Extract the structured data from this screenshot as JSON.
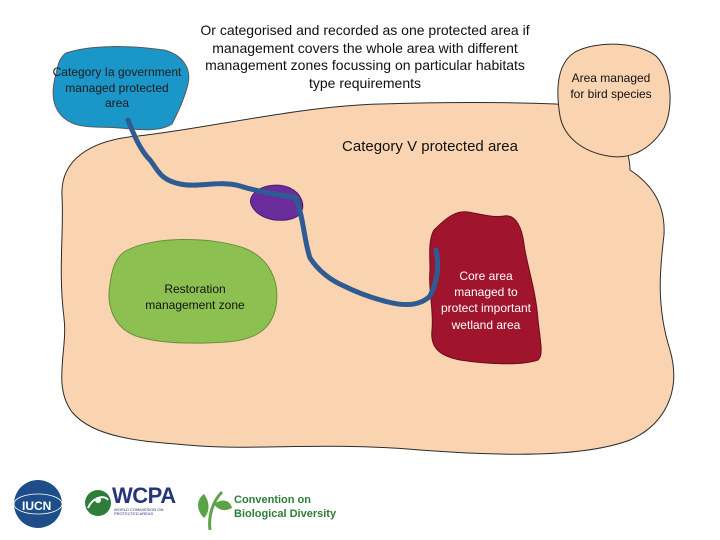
{
  "top_caption": "Or categorised and recorded as one protected area if management covers the whole area with different management zones focussing on particular habitats type requirements",
  "category_ia_label": "Category Ia government managed protected area",
  "bird_area_label": "Area managed for bird species",
  "category_v_label": "Category V protected area",
  "restoration_label": "Restoration management zone",
  "core_area_label": "Core area managed to protect important wetland area",
  "logos": {
    "iucn": "IUCN",
    "wcpa": "WCPA",
    "wcpa_sub": "WORLD COMMISSION ON PROTECTED AREAS",
    "cbd": "Convention on Biological Diversity"
  },
  "colors": {
    "category_v_fill": "#fad4b1",
    "category_ia_fill": "#1b96c8",
    "bird_area_fill": "#fad4b1",
    "restoration_fill": "#8cc152",
    "core_fill": "#a0142d",
    "purple_patch": "#6b2d9b",
    "river": "#2f5b93",
    "outline": "#222222"
  }
}
